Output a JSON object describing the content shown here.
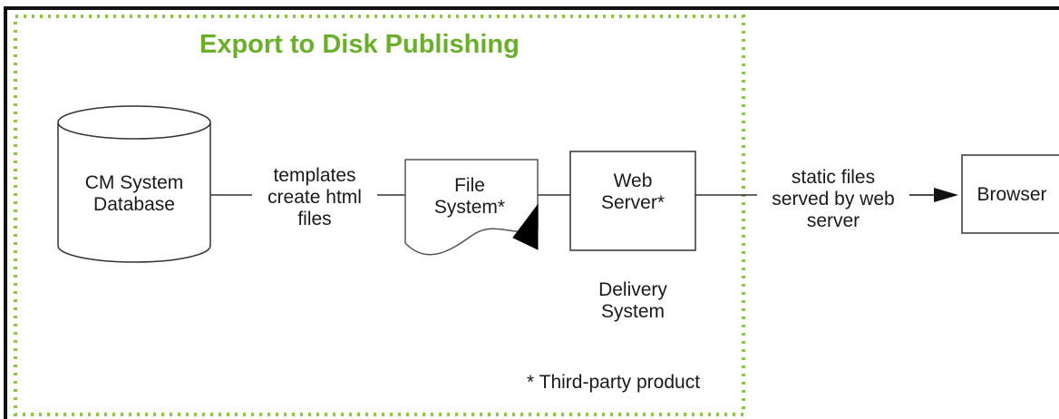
{
  "title": "Export to Disk Publishing",
  "colors": {
    "title": "#6aaf2a",
    "dotted_border": "#8dc63f",
    "outer_border": "#111111",
    "lines": "#333333"
  },
  "nodes": {
    "database": "CM System\nDatabase",
    "file_system": "File\nSystem*",
    "web_server": "Web\nServer*",
    "browser": "Browser"
  },
  "edge_labels": {
    "templates": "templates\ncreate html\nfiles",
    "static_files": "static files\nserved by web\nserver"
  },
  "annotations": {
    "delivery_system": "Delivery\nSystem",
    "footnote": "* Third-party product"
  }
}
